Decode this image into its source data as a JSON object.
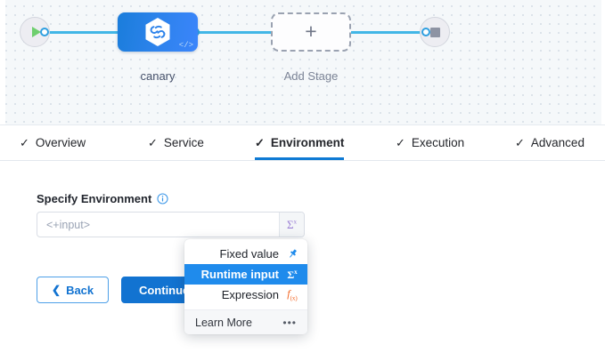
{
  "pipeline": {
    "start_node": {
      "icon": "play-icon",
      "label": ""
    },
    "end_node": {
      "icon": "stop-icon",
      "label": ""
    },
    "stages": [
      {
        "label": "canary",
        "icon": "harness-hexagon-icon",
        "badge_icon": "code-icon"
      },
      {
        "label": "Add Stage",
        "icon": "plus-icon"
      }
    ]
  },
  "tabs": [
    {
      "label": "Overview",
      "check": "✓",
      "active": false
    },
    {
      "label": "Service",
      "check": "✓",
      "active": false
    },
    {
      "label": "Environment",
      "check": "✓",
      "active": true
    },
    {
      "label": "Execution",
      "check": "✓",
      "active": false
    },
    {
      "label": "Advanced",
      "check": "✓",
      "active": false
    }
  ],
  "form": {
    "field_label": "Specify Environment",
    "info_icon": "info-icon",
    "input": {
      "value": "",
      "placeholder": "<+input>",
      "sigma_button_icon": "runtime-input-sigma-icon"
    },
    "buttons": {
      "back": "Back",
      "back_icon": "chevron-left-icon",
      "continue": "Continue"
    }
  },
  "dropdown": {
    "items": [
      {
        "label": "Fixed value",
        "icon": "pin-icon",
        "selected": false
      },
      {
        "label": "Runtime input",
        "icon": "sigma-icon",
        "selected": true
      },
      {
        "label": "Expression",
        "icon": "fx-icon",
        "selected": false
      }
    ],
    "footer": {
      "label": "Learn More",
      "icon": "more-dots-icon",
      "dots": "•••"
    }
  },
  "colors": {
    "primary_blue": "#1273d1",
    "selected_blue": "#1f8bec",
    "wire_blue": "#41b6e6",
    "sigma_purple": "#9b7fd4",
    "expression_orange": "#f26522",
    "play_green": "#6ecf6e",
    "canvas_bg": "#f5f8fa"
  }
}
